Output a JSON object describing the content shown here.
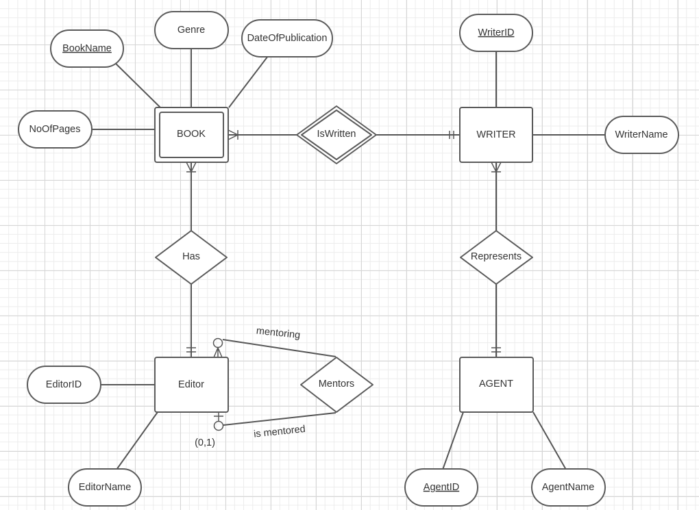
{
  "entities": {
    "book": "BOOK",
    "writer": "WRITER",
    "editor": "Editor",
    "agent": "AGENT"
  },
  "relationships": {
    "is_written": "IsWritten",
    "has": "Has",
    "represents": "Represents",
    "mentors": "Mentors"
  },
  "attributes": {
    "book_name": "BookName",
    "genre": "Genre",
    "date_of_publication": "DateOfPublication",
    "no_of_pages": "NoOfPages",
    "writer_id": "WriterID",
    "writer_name": "WriterName",
    "editor_id": "EditorID",
    "editor_name": "EditorName",
    "agent_id": "AgentID",
    "agent_name": "AgentName"
  },
  "role_labels": {
    "mentoring": "mentoring",
    "is_mentored": "is mentored",
    "cardinality": "(0,1)"
  }
}
